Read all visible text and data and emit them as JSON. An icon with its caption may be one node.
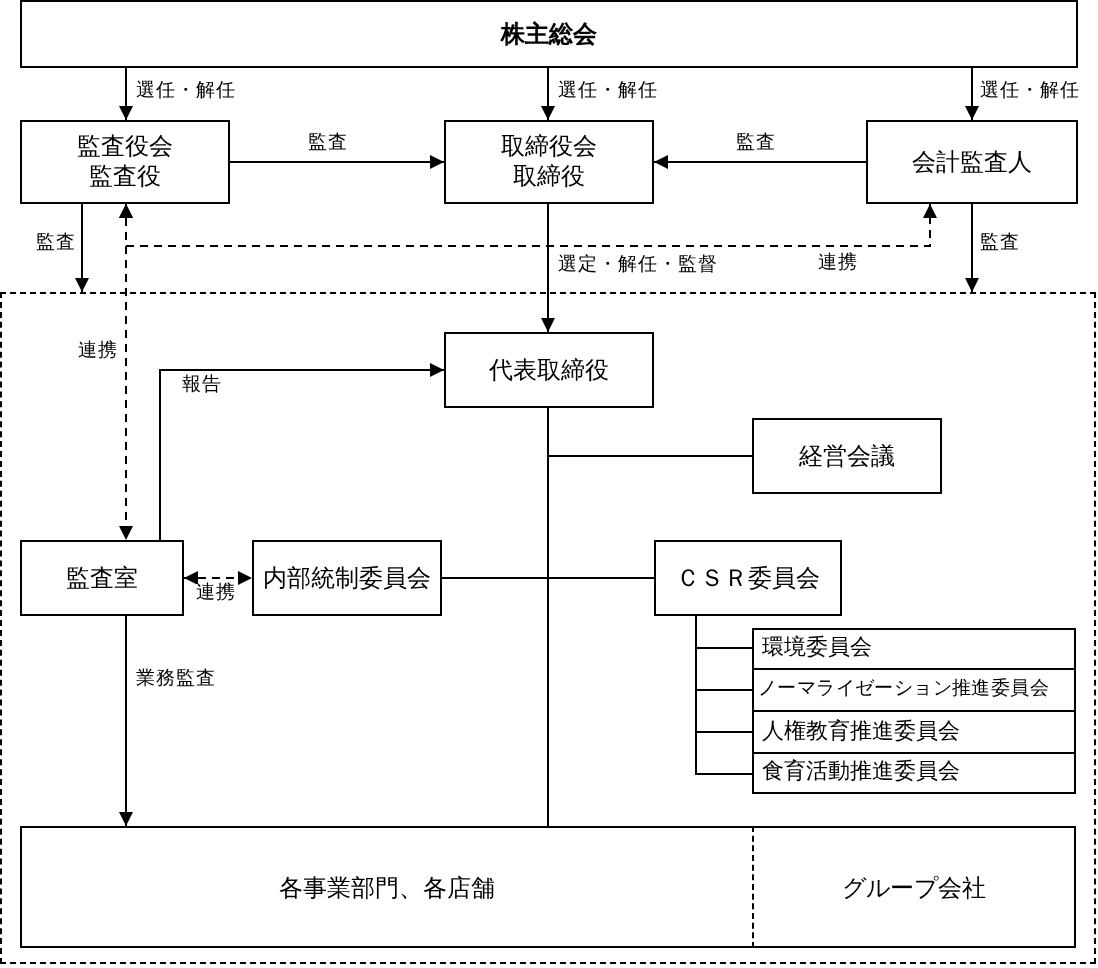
{
  "diagram": {
    "nodes": [
      {
        "text": [
          "株主総会"
        ]
      },
      {
        "text": [
          "監査役会",
          "監査役"
        ]
      },
      {
        "text": [
          "取締役会",
          "取締役"
        ]
      },
      {
        "text": [
          "会計監査人"
        ]
      },
      {
        "text": [],
        "shape": "box"
      },
      {
        "text": [
          "代表取締役"
        ],
        "in": 4
      },
      {
        "text": [
          "経営会議"
        ],
        "in": 4
      },
      {
        "text": [
          "監査室"
        ],
        "in": 4
      },
      {
        "text": [
          "内部統制委員会"
        ],
        "in": 4
      },
      {
        "text": [
          "ＣＳＲ委員会"
        ],
        "in": 4
      },
      {
        "text": [
          "環境委員会"
        ],
        "in": 4
      },
      {
        "text": [
          "ノーマライゼーション推進委員会"
        ],
        "in": 4
      },
      {
        "text": [
          "人権教育推進委員会"
        ],
        "in": 4
      },
      {
        "text": [
          "食育活動推進委員会"
        ],
        "in": 4
      },
      {
        "text": [
          "各事業部門、各店舗"
        ],
        "in": 4
      },
      {
        "text": [
          "グループ会社"
        ],
        "in": 4
      }
    ],
    "edges": [
      {
        "from": 0,
        "to": 1,
        "arrow": "to",
        "label": "選任・解任"
      },
      {
        "from": 0,
        "to": 2,
        "arrow": "to",
        "label": "選任・解任"
      },
      {
        "from": 0,
        "to": 3,
        "arrow": "to",
        "label": "選任・解任"
      },
      {
        "from": 1,
        "to": 2,
        "arrow": "to",
        "label": "監査"
      },
      {
        "from": 3,
        "to": 2,
        "arrow": "to",
        "label": "監査"
      },
      {
        "from": 1,
        "to": 4,
        "arrow": "to",
        "label": "監査"
      },
      {
        "from": 3,
        "to": 4,
        "arrow": "to",
        "label": "監査"
      },
      {
        "from": 1,
        "to": 3,
        "arrow": "both",
        "label": "連携",
        "style": "dashed"
      },
      {
        "from": 1,
        "to": 7,
        "arrow": "both",
        "label": "連携",
        "style": "dashed"
      },
      {
        "from": 2,
        "to": 5,
        "arrow": "to",
        "label": "選定・解任・監督"
      },
      {
        "from": 7,
        "to": 5,
        "arrow": "to",
        "label": "報告"
      },
      {
        "from": 7,
        "to": 8,
        "arrow": "both",
        "label": "連携",
        "style": "dashed"
      },
      {
        "from": 5,
        "to": 6,
        "arrow": "none"
      },
      {
        "from": 5,
        "to": 8,
        "arrow": "none"
      },
      {
        "from": 5,
        "to": 9,
        "arrow": "none"
      },
      {
        "from": 5,
        "to": 14,
        "arrow": "none"
      },
      {
        "from": 9,
        "to": 10,
        "arrow": "none"
      },
      {
        "from": 9,
        "to": 11,
        "arrow": "none"
      },
      {
        "from": 9,
        "to": 12,
        "arrow": "none"
      },
      {
        "from": 9,
        "to": 13,
        "arrow": "none"
      },
      {
        "from": 7,
        "to": 14,
        "arrow": "to",
        "label": "業務監査"
      }
    ]
  }
}
